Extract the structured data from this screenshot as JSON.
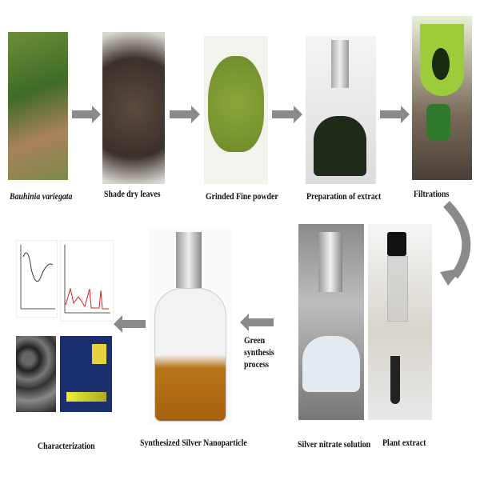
{
  "steps": {
    "plant": "Bauhinia variegata",
    "leaves": "Shade dry leaves",
    "powder": "Grinded Fine powder",
    "extract_prep": "Preparation of extract",
    "filtration": "Filtrations",
    "plant_extract": "Plant extract",
    "silver_nitrate": "Silver nitrate solution",
    "green_synthesis": "Green synthesis process",
    "nanoparticle": "Synthesized Silver Nanoparticle",
    "characterization": "Characterization"
  },
  "colors": {
    "arrow": "#8a8a8a",
    "extract": "#1f2a18",
    "nanoparticle": "#b8741a"
  }
}
